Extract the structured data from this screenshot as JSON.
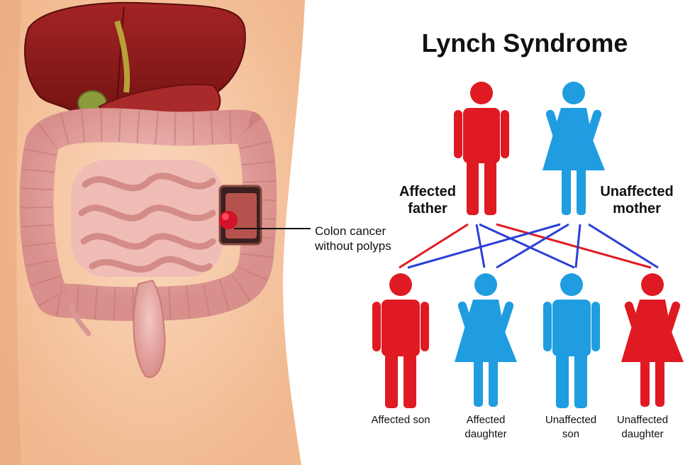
{
  "title": "Lynch Syndrome",
  "callout": {
    "line1": "Colon cancer",
    "line2": "without polyps"
  },
  "parents": {
    "father": {
      "line1": "Affected",
      "line2": "father",
      "color": "#e01a22"
    },
    "mother": {
      "line1": "Unaffected",
      "line2": "mother",
      "color": "#1f9de0"
    }
  },
  "children": [
    {
      "line1": "Affected son",
      "line2": "",
      "color": "#e01a22",
      "figure": "male-icon"
    },
    {
      "line1": "Affected",
      "line2": "daughter",
      "color": "#1f9de0",
      "figure": "female-icon"
    },
    {
      "line1": "Unaffected",
      "line2": "son",
      "color": "#1f9de0",
      "figure": "male-icon"
    },
    {
      "line1": "Unaffected",
      "line2": "daughter",
      "color": "#e01a22",
      "figure": "female-icon"
    }
  ],
  "colors": {
    "skin": "#f6c9a8",
    "liver": "#8e1b1b",
    "intestine": "#e9aeaa",
    "tumor": "#d3122a",
    "red_line": "#e01a22",
    "blue_line": "#2b3fd6"
  }
}
